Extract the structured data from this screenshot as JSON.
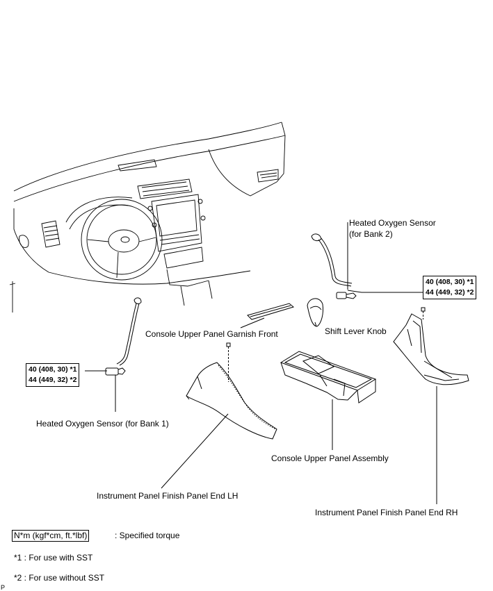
{
  "labels": {
    "sensor_bank2_line1": "Heated Oxygen Sensor",
    "sensor_bank2_line2": "(for Bank 2)",
    "sensor_bank1": "Heated Oxygen Sensor (for Bank 1)",
    "garnish_front": "Console Upper Panel Garnish Front",
    "shift_knob": "Shift Lever Knob",
    "console_assembly": "Console Upper Panel Assembly",
    "finish_lh": "Instrument Panel Finish Panel End LH",
    "finish_rh": "Instrument Panel Finish Panel End RH"
  },
  "torque_right": {
    "line1": "40 (408, 30) *1",
    "line2": "44 (449, 32) *2"
  },
  "torque_left": {
    "line1": "40 (408, 30) *1",
    "line2": "44 (449, 32) *2"
  },
  "legend": {
    "unit_box": "N*m (kgf*cm, ft.*lbf)",
    "unit_desc": ": Specified torque",
    "note1": "*1 : For use with SST",
    "note2": "*2 : For use without SST"
  },
  "corner_mark": "P"
}
